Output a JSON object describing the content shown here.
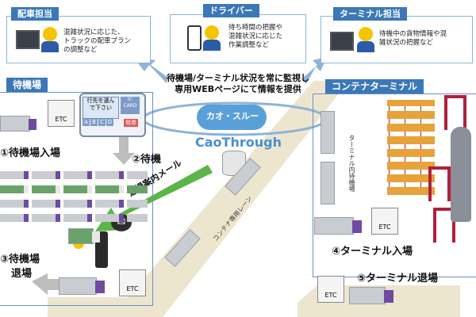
{
  "roles": {
    "dispatch": {
      "title": "配車担当",
      "lines": [
        "混雑状況に応じた、",
        "トラックの配車プラン",
        "の調整など"
      ]
    },
    "driver": {
      "title": "ドライバー",
      "lines": [
        "待ち時間の把握や",
        "混雑状況に応じた",
        "作業調整など"
      ]
    },
    "terminal": {
      "title": "ターミナル担当",
      "lines": [
        "待機中の貨物情報や混",
        "雑状況の把握など"
      ]
    }
  },
  "center_message": [
    "待機場/ターミナル状況を常に監視し",
    "専用WEBページにて情報を提供"
  ],
  "brand": {
    "jp": "カオ・スルー",
    "en": "CaoThrough"
  },
  "sections": {
    "waiting_area": "待機場",
    "container_terminal": "コンテナターミナル"
  },
  "steps": {
    "s1": "①待機場入場",
    "s2": "②待機",
    "s3_line1": "③待機場",
    "s3_line2": "退場",
    "s4": "④ターミナル入場",
    "s5": "⑤ターミナル退場"
  },
  "kiosk": {
    "screen_line1": "行先を選ん",
    "screen_line2": "で下さい",
    "keys": [
      "A",
      "B",
      "C",
      "D"
    ],
    "ic_line1": "IC",
    "ic_line2": "CARD",
    "issue_label": "発券"
  },
  "labels": {
    "etc": "ETC",
    "lane": "コンテナ専用レーン",
    "call_mail": "退場案内メール",
    "terminal_waiting": "ターミナル内待機場"
  },
  "colors": {
    "accent_blue": "#3b78b8",
    "truck_purple": "#6f4aa0",
    "arrow_green": "#5bb548",
    "road_beige": "#e8e0c8",
    "crane_red": "#b0203a",
    "container_orange": "#e8a23a"
  }
}
